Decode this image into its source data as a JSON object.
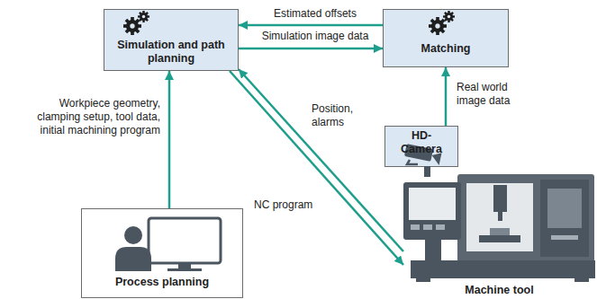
{
  "diagram": {
    "nodes": [
      {
        "text": [
          "Simulation and path planning"
        ]
      },
      {
        "text": [
          "Matching"
        ]
      },
      {
        "text": [
          "HD-Camera"
        ]
      },
      {
        "text": [
          "Process planning"
        ]
      },
      {
        "text": [
          "Machine tool"
        ]
      }
    ],
    "edges": [
      {
        "from": 1,
        "to": 0,
        "arrow": "to",
        "label": "Estimated offsets"
      },
      {
        "from": 0,
        "to": 1,
        "arrow": "to",
        "label": "Simulation image data"
      },
      {
        "from": 3,
        "to": 0,
        "arrow": "to",
        "label": "Workpiece geometry, clamping setup, tool data, initial machining program"
      },
      {
        "from": 4,
        "to": 0,
        "arrow": "to",
        "label": "Position, alarms"
      },
      {
        "from": 0,
        "to": 4,
        "arrow": "to",
        "label": "NC program"
      },
      {
        "from": 2,
        "to": 1,
        "arrow": "to",
        "label": "Real world image data"
      }
    ]
  }
}
